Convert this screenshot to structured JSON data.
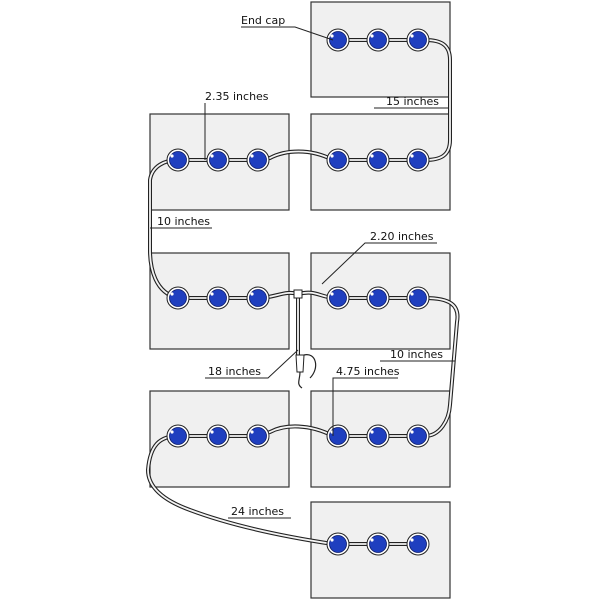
{
  "colors": {
    "cap": "#1f3fbf",
    "battery_fill": "#f0f0f0",
    "cable": "#222222"
  },
  "labels": {
    "end_cap": "End cap",
    "l15": "15 inches",
    "l235": "2.35 inches",
    "l10a": "10 inches",
    "l220": "2.20 inches",
    "l10b": "10 inches",
    "l18": "18 inches",
    "l475": "4.75 inches",
    "l24": "24 inches"
  }
}
